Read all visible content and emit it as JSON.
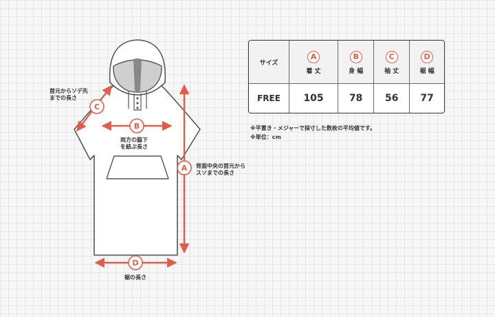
{
  "diagram": {
    "label_c": [
      "首元からソデ先",
      "までの長さ"
    ],
    "label_b": [
      "両方の脇下",
      "を結ぶ長さ"
    ],
    "label_a": [
      "背面中央の首元から",
      "スソまでの長さ"
    ],
    "label_d": "裾の長さ",
    "badges": {
      "a": "A",
      "b": "B",
      "c": "C",
      "d": "D"
    },
    "accent_color": "#e25d48"
  },
  "size_table": {
    "header": "サイズ",
    "columns": [
      {
        "badge": "A",
        "name": "着 丈"
      },
      {
        "badge": "B",
        "name": "身 幅"
      },
      {
        "badge": "C",
        "name": "袖 丈"
      },
      {
        "badge": "D",
        "name": "裾 幅"
      }
    ],
    "rows": [
      {
        "size": "FREE",
        "values": [
          "105",
          "78",
          "56",
          "77"
        ]
      }
    ]
  },
  "notes": [
    "※平置き・メジャーで採寸した数枚の平均値です。",
    "※単位：cm"
  ]
}
